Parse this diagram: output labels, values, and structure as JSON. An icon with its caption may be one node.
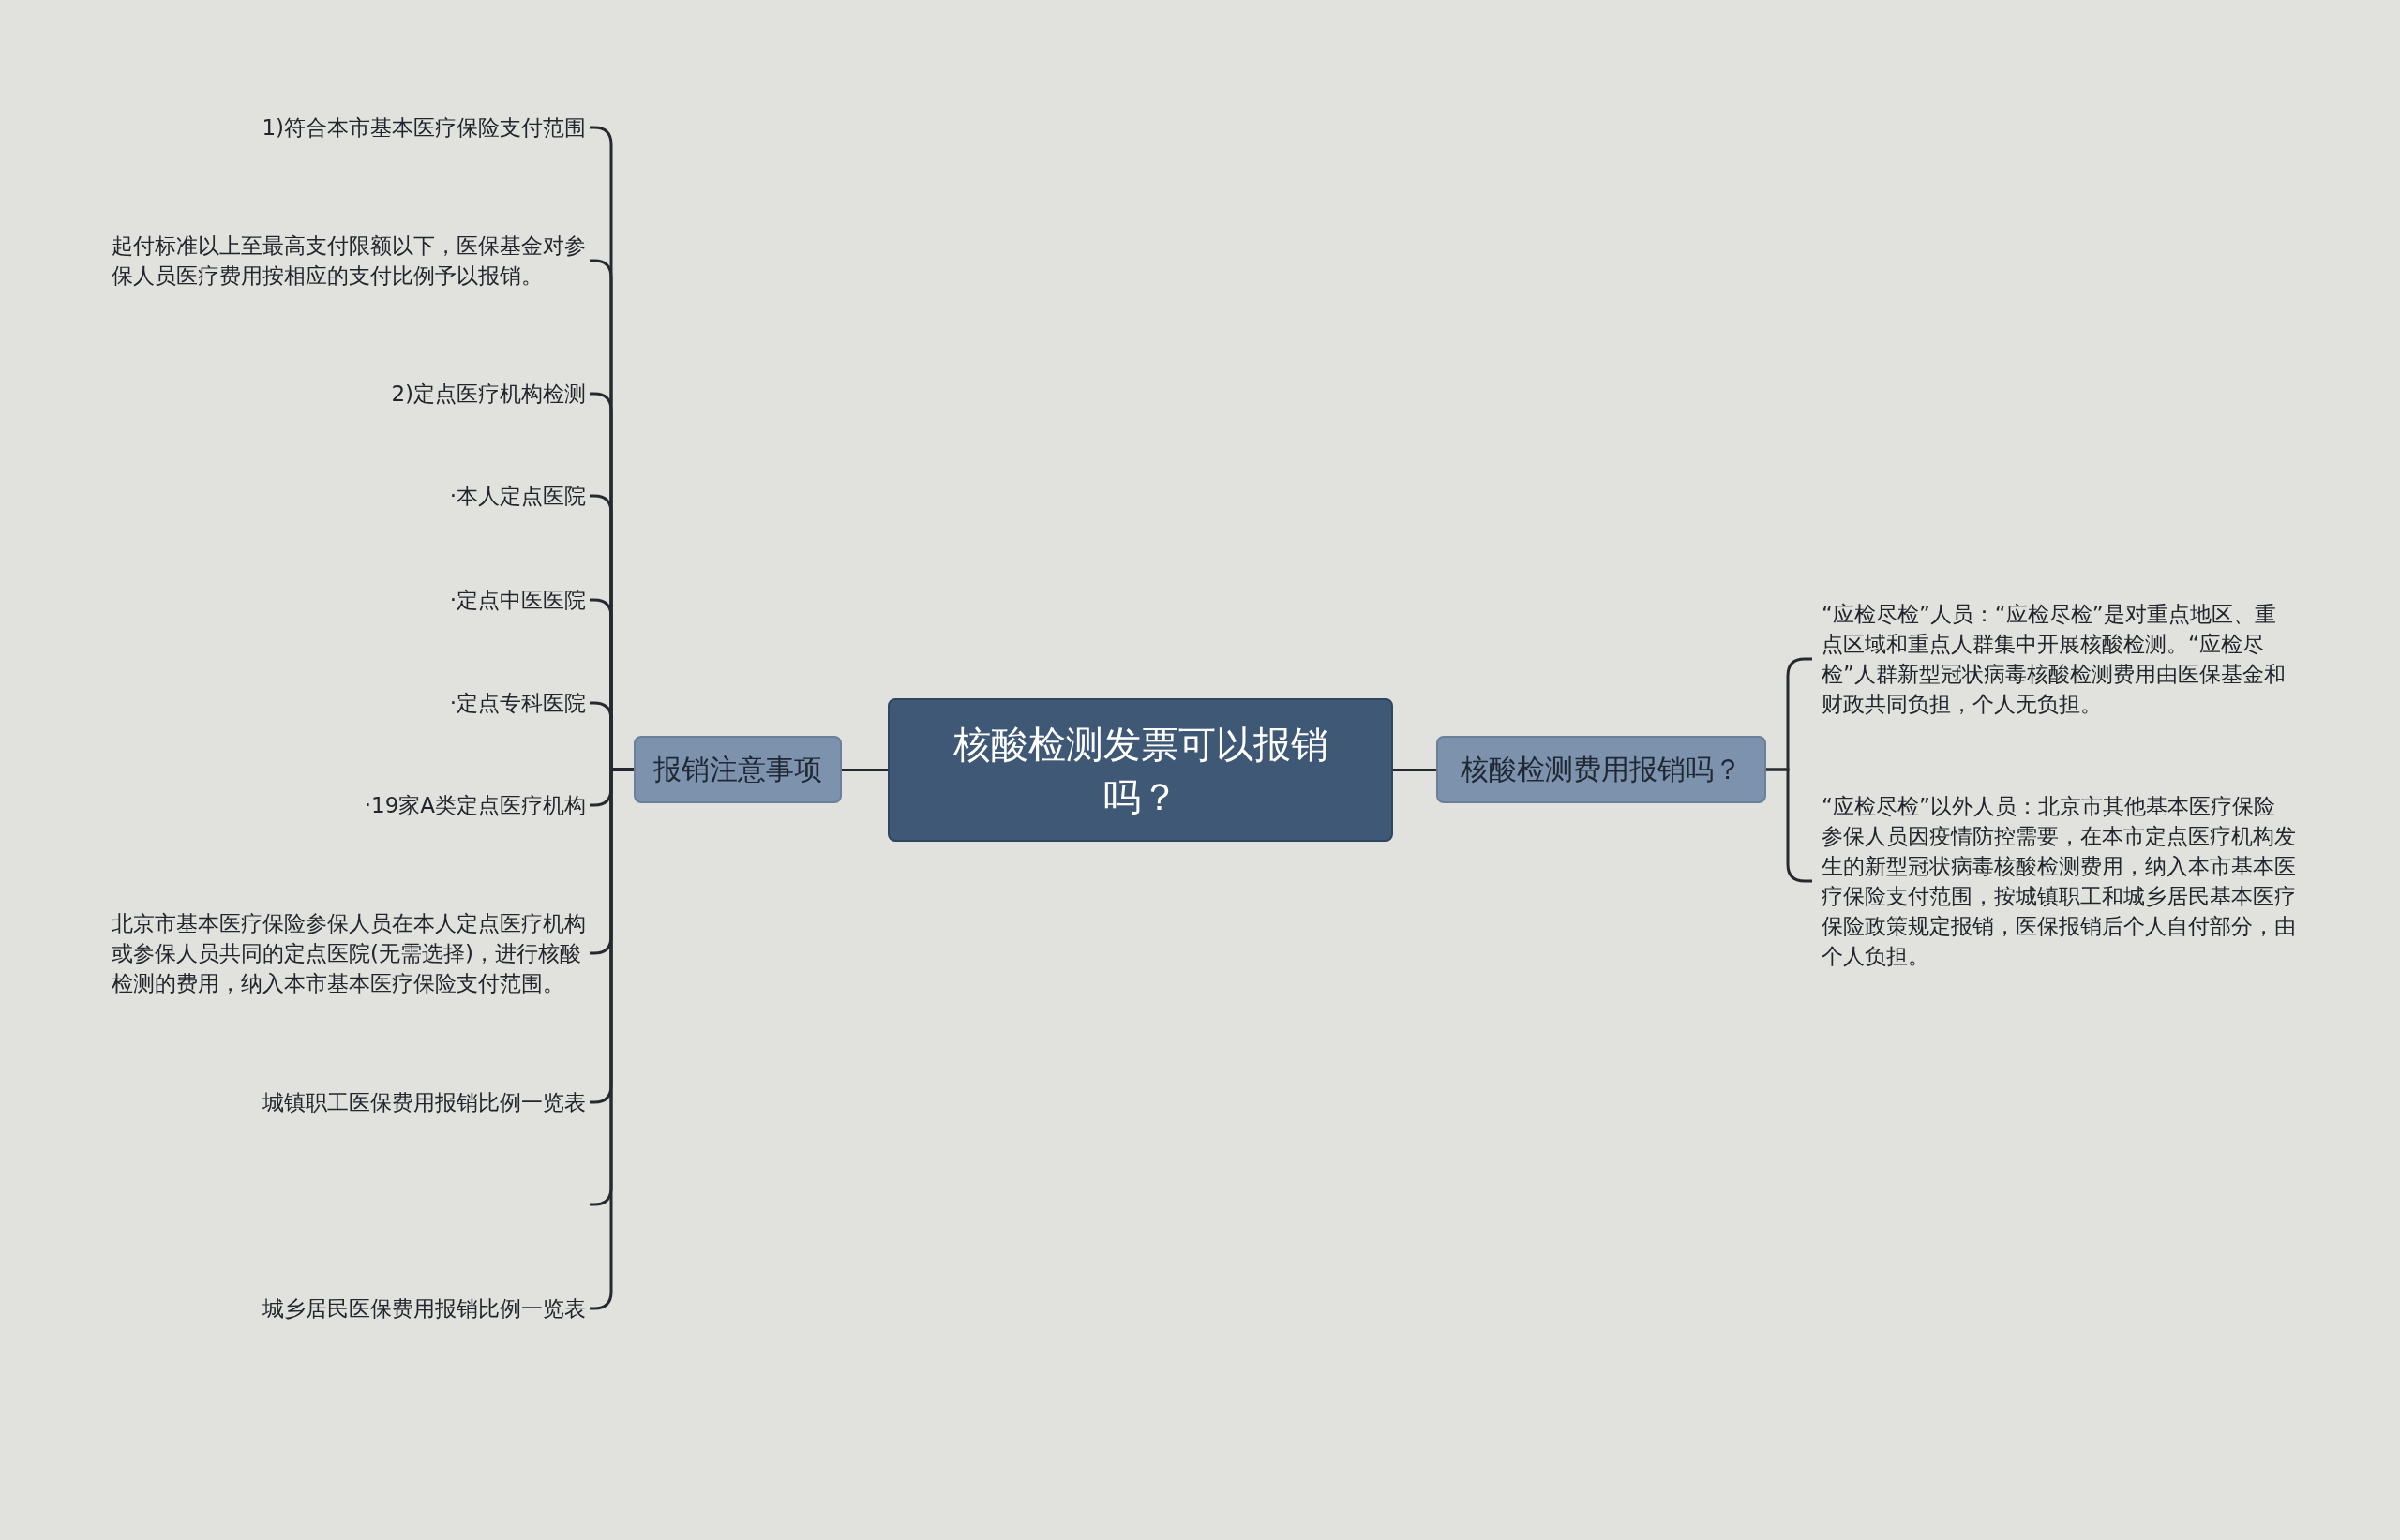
{
  "diagram": {
    "nodes": [
      {
        "text": [
          "核酸检测发票可以报销吗？"
        ]
      },
      {
        "text": [
          "报销注意事项"
        ]
      },
      {
        "text": [
          "1)符合本市基本医疗保险支付范围"
        ]
      },
      {
        "text": [
          "起付标准以上至最高支付限额以下，医保基金对参保人员医疗费用按相应的支付比例予以报销。"
        ]
      },
      {
        "text": [
          "2)定点医疗机构检测"
        ]
      },
      {
        "text": [
          "·本人定点医院"
        ]
      },
      {
        "text": [
          "·定点中医医院"
        ]
      },
      {
        "text": [
          "·定点专科医院"
        ]
      },
      {
        "text": [
          "·19家A类定点医疗机构"
        ]
      },
      {
        "text": [
          "北京市基本医疗保险参保人员在本人定点医疗机构或参保人员共同的定点医院(无需选择)，进行核酸检测的费用，纳入本市基本医疗保险支付范围。"
        ]
      },
      {
        "text": [
          "城镇职工医保费用报销比例一览表"
        ]
      },
      {
        "text": [
          "城乡居民医保费用报销比例一览表"
        ]
      },
      {
        "text": [
          "核酸检测费用报销吗？"
        ]
      },
      {
        "text": [
          "“应检尽检”人员：“应检尽检”是对重点地区、重点区域和重点人群集中开展核酸检测。“应检尽检”人群新型冠状病毒核酸检测费用由医保基金和财政共同负担，个人无负担。"
        ]
      },
      {
        "text": [
          "“应检尽检”以外人员：北京市其他基本医疗保险参保人员因疫情防控需要，在本市定点医疗机构发生的新型冠状病毒核酸检测费用，纳入本市基本医疗保险支付范围，按城镇职工和城乡居民基本医疗保险政策规定报销，医保报销后个人自付部分，由个人负担。"
        ]
      }
    ],
    "edges": [
      {
        "from": 0,
        "to": 1,
        "arrow": "none"
      },
      {
        "from": 1,
        "to": 2,
        "arrow": "none"
      },
      {
        "from": 1,
        "to": 3,
        "arrow": "none"
      },
      {
        "from": 1,
        "to": 4,
        "arrow": "none"
      },
      {
        "from": 1,
        "to": 5,
        "arrow": "none"
      },
      {
        "from": 1,
        "to": 6,
        "arrow": "none"
      },
      {
        "from": 1,
        "to": 7,
        "arrow": "none"
      },
      {
        "from": 1,
        "to": 8,
        "arrow": "none"
      },
      {
        "from": 1,
        "to": 9,
        "arrow": "none"
      },
      {
        "from": 1,
        "to": 10,
        "arrow": "none"
      },
      {
        "from": 1,
        "to": null,
        "arrow": "none"
      },
      {
        "from": 1,
        "to": 11,
        "arrow": "none"
      },
      {
        "from": 0,
        "to": 12,
        "arrow": "none"
      },
      {
        "from": 12,
        "to": 13,
        "arrow": "none"
      },
      {
        "from": 12,
        "to": 14,
        "arrow": "none"
      }
    ]
  }
}
